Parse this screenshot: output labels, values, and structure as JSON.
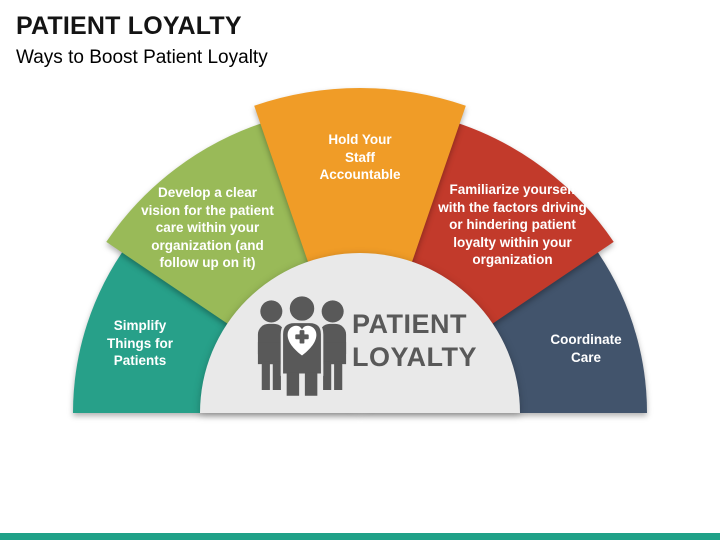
{
  "slide": {
    "title": "PATIENT LOYALTY",
    "subtitle": "Ways to Boost Patient Loyalty",
    "accent_bar_color": "#1FA188"
  },
  "diagram": {
    "type": "semicircle-fan",
    "center": {
      "title": "PATIENT\nLOYALTY",
      "icon": "patients-group-heart-icon",
      "bg_color": "#E9E9E9",
      "text_color": "#595959",
      "icon_color": "#595959"
    },
    "segments": [
      {
        "id": "simplify",
        "label": "Simplify\nThings for\nPatients",
        "color": "#27A089"
      },
      {
        "id": "vision",
        "label": "Develop a clear\nvision for the patient\ncare within your\norganization (and\nfollow up on it)",
        "color": "#99BA58"
      },
      {
        "id": "accountable",
        "label": "Hold Your\nStaff\nAccountable",
        "color": "#F09C27"
      },
      {
        "id": "familiarize",
        "label": "Familiarize yourself\nwith the factors driving\nor hindering patient\nloyalty within your\norganization",
        "color": "#C23A2B"
      },
      {
        "id": "coordinate",
        "label": "Coordinate\nCare",
        "color": "#42546C"
      }
    ]
  }
}
